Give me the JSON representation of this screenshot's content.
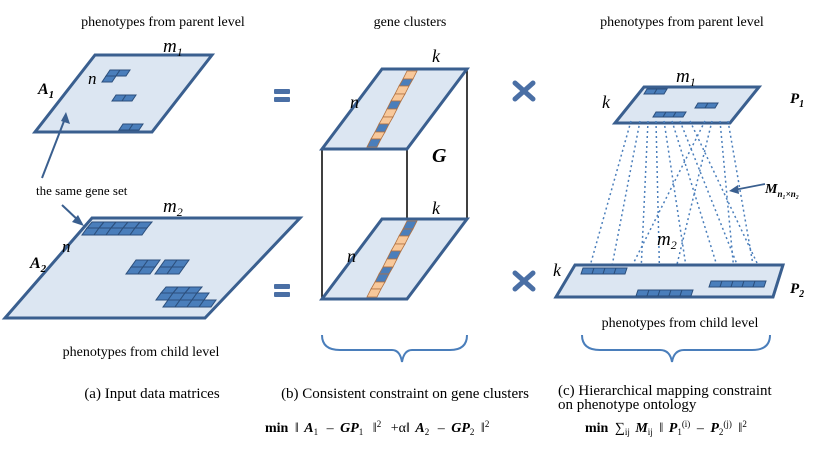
{
  "panel_a": {
    "top_label": "phenotypes from parent level",
    "a1_label": "A",
    "a1_sub": "1",
    "a1_m": "m",
    "a1_m_sub": "1",
    "a1_n": "n",
    "same_gene_set": "the same gene set",
    "a2_label": "A",
    "a2_sub": "2",
    "a2_m": "m",
    "a2_m_sub": "2",
    "a2_n": "n",
    "bottom_label": "phenotypes from child level",
    "caption": "(a) Input data matrices"
  },
  "panel_b": {
    "top_label": "gene clusters",
    "k_top": "k",
    "n_top": "n",
    "g_label": "G",
    "k_bottom": "k",
    "n_bottom": "n",
    "caption": "(b) Consistent constraint on gene clusters"
  },
  "panel_c": {
    "top_label": "phenotypes from parent level",
    "p1_m": "m",
    "p1_m_sub": "1",
    "p1_k": "k",
    "p1_label": "P",
    "p1_sub": "1",
    "mapping_label": "M",
    "mapping_sub": "n₁×n₂",
    "p2_m": "m",
    "p2_m_sub": "2",
    "p2_k": "k",
    "p2_label": "P",
    "p2_sub": "2",
    "bottom_label": "phenotypes from child level",
    "caption_line1": "(c) Hierarchical mapping constraint",
    "caption_line2": "on  phenotype ontology"
  },
  "formulas": {
    "formula_b": {
      "min": "min",
      "bar1": "‖",
      "a1": "A",
      "a1_sub": "1",
      "minus1": "–",
      "g1": "GP",
      "g1_sub": "1",
      "bar2": "‖",
      "sq1": "2",
      "plus_alpha": "+α‖",
      "a2": "A",
      "a2_sub": "2",
      "minus2": "–",
      "g2": "GP",
      "g2_sub": "2",
      "bar3": "‖",
      "sq2": "2"
    },
    "formula_c": {
      "min": "min",
      "sum": "∑",
      "sum_sub": "ij",
      "m": "M",
      "m_sub": "ij",
      "bar1": "‖",
      "p1": "P",
      "p1_sub": "1",
      "p1_sup": "(i)",
      "minus": "–",
      "p2": "P",
      "p2_sub": "2",
      "p2_sup": "(j)",
      "bar2": "‖",
      "sq": "2"
    }
  },
  "colors": {
    "plane_fill": "#dce6f2",
    "plane_stroke": "#3a5f8f",
    "cell_blue": "#4a7ebb",
    "cell_orange": "#f8c89a",
    "operator": "#4a6fa5",
    "arrow": "#3a5f8f"
  },
  "icons": {
    "equals": "equals-icon",
    "times": "times-icon"
  }
}
